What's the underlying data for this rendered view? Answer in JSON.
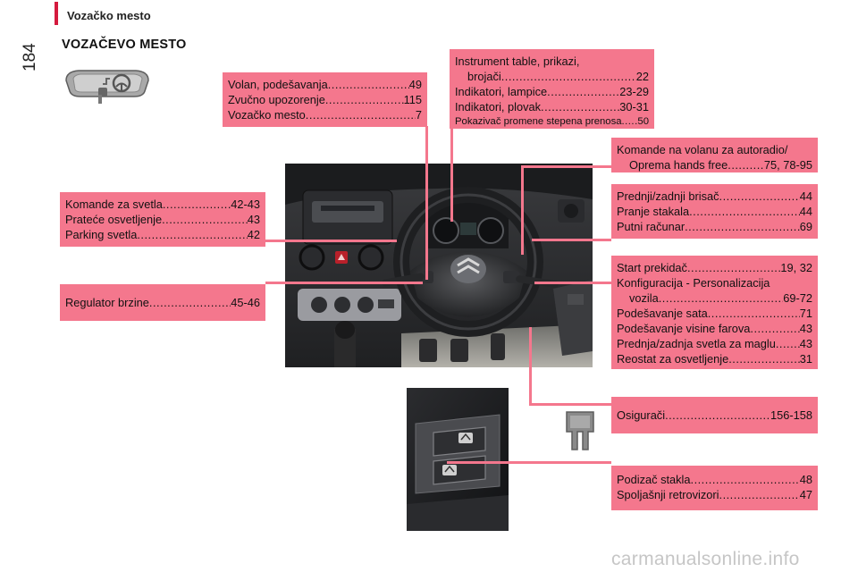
{
  "header": {
    "page_number": "184",
    "section": "Vozačko mesto",
    "title": "VOZAČEVO MESTO"
  },
  "icons": {
    "mirror": "rearview-mirror-icon",
    "fuse": "fuse-icon",
    "dashboard_photo": "dashboard-photo",
    "window_switch_photo": "window-switch-photo"
  },
  "colors": {
    "accent": "#d51a3e",
    "box": "#f4778d"
  },
  "boxes": {
    "steering": [
      {
        "label": "Volan, podešavanja ",
        "page": "49"
      },
      {
        "label": "Zvučno upozorenje ",
        "page": " 115"
      },
      {
        "label": "Vozačko mesto ",
        "page": "7"
      }
    ],
    "instruments": [
      {
        "label": "Instrument table, prikazi,",
        "page": ""
      },
      {
        "label": "brojači ",
        "page": "22"
      },
      {
        "label": "Indikatori, lampice",
        "page": "23-29"
      },
      {
        "label": "Indikatori, plovak",
        "page": "30-31"
      },
      {
        "label": "Pokazivač promene stepena prenosa ",
        "page": " 50"
      }
    ],
    "audio": [
      {
        "label": "Komande na volanu za autoradio/",
        "page": ""
      },
      {
        "label": "Oprema hands free",
        "page": "75, 78-95"
      }
    ],
    "wipers": [
      {
        "label": "Prednji/zadnji brisač ",
        "page": "44"
      },
      {
        "label": "Pranje stakala",
        "page": "44"
      },
      {
        "label": "Putni računar ",
        "page": "69"
      }
    ],
    "lights": [
      {
        "label": "Komande za svetla ",
        "page": "42-43"
      },
      {
        "label": "Prateće osvetljenje ",
        "page": " 43"
      },
      {
        "label": "Parking svetla ",
        "page": "42"
      }
    ],
    "cruise": [
      {
        "label": "Regulator brzine ",
        "page": "45-46"
      }
    ],
    "start": [
      {
        "label": "Start prekidač ",
        "page": "19, 32"
      },
      {
        "label": "Konfiguracija - Personalizacija",
        "page": ""
      },
      {
        "label": "vozila ",
        "page": "69-72"
      },
      {
        "label": "Podešavanje sata ",
        "page": "71"
      },
      {
        "label": "Podešavanje visine farova",
        "page": "43"
      },
      {
        "label": "Prednja/zadnja svetla za maglu",
        "page": "43"
      },
      {
        "label": "Reostat za osvetljenje ",
        "page": "31"
      }
    ],
    "fuses": [
      {
        "label": "Osigurači ",
        "page": "156-158"
      }
    ],
    "windows": [
      {
        "label": "Podizač stakla ",
        "page": "48"
      },
      {
        "label": "Spoljašnji retrovizori ",
        "page": "47"
      }
    ]
  },
  "footer": {
    "watermark": "carmanualsonline.info"
  }
}
